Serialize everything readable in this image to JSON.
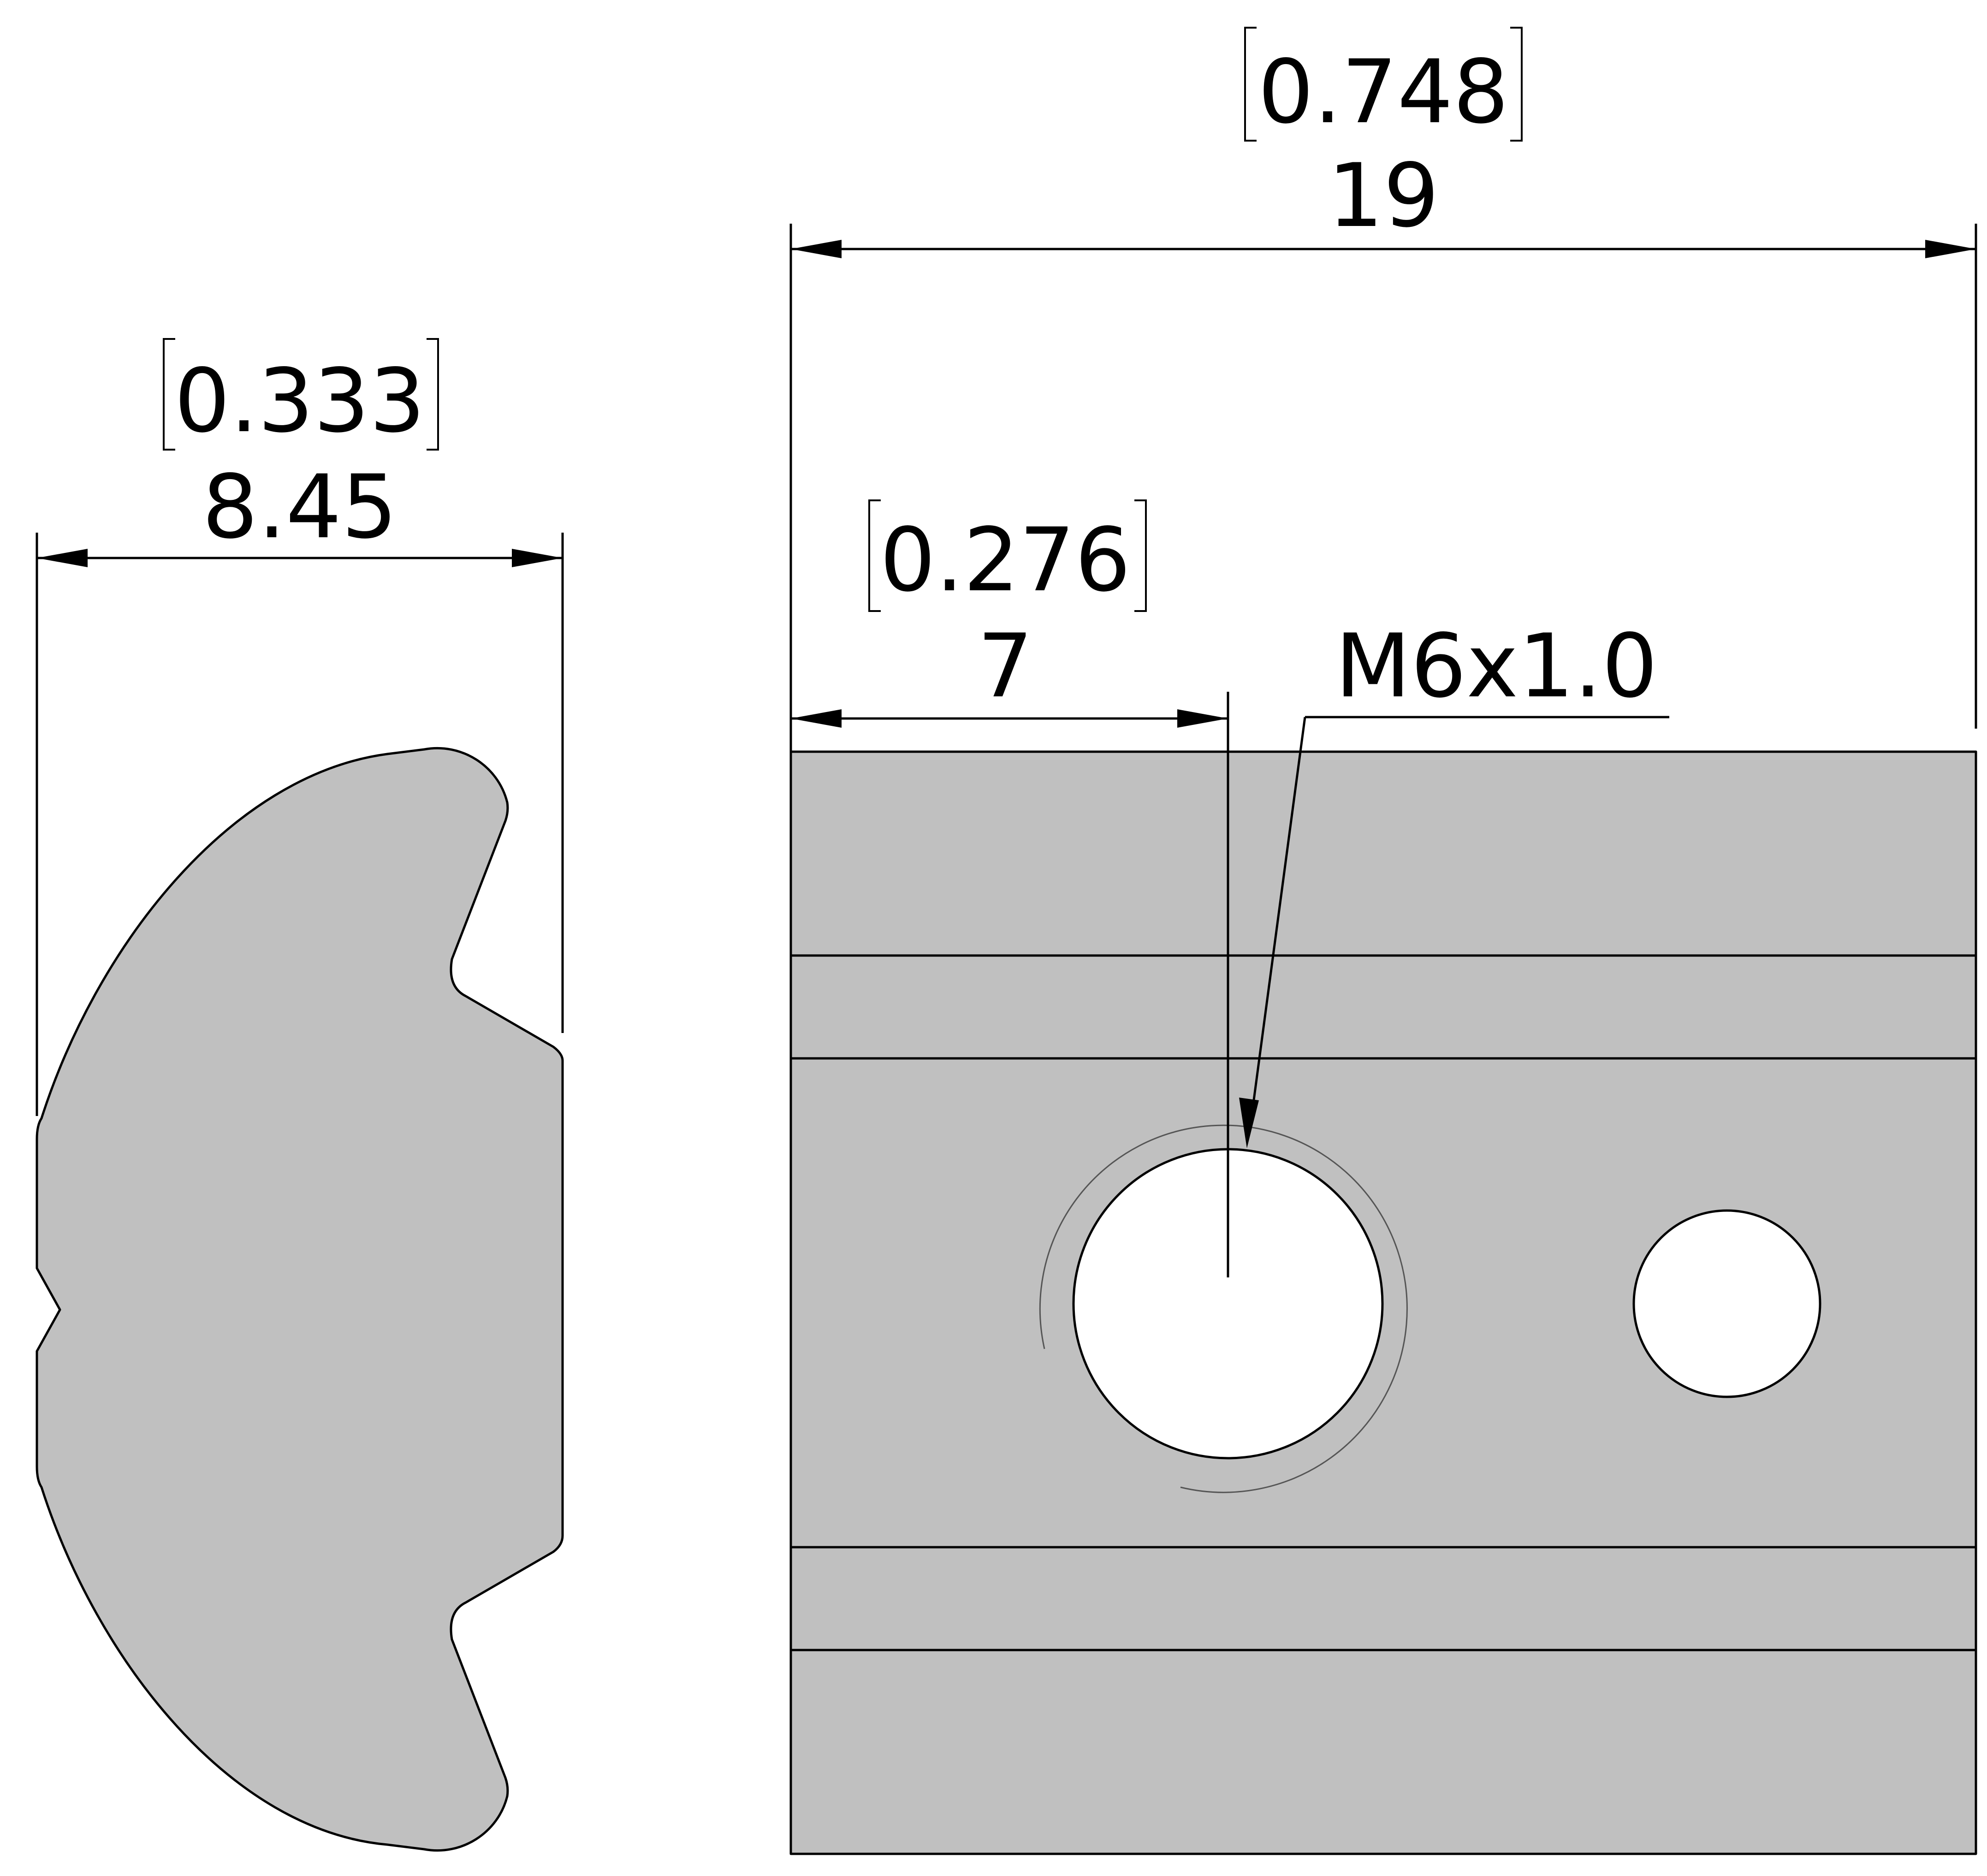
{
  "dimensions": {
    "width_in": "0.333",
    "width_mm": "8.45",
    "length_in": "0.748",
    "length_mm": "19",
    "offset_in": "0.276",
    "offset_mm": "7",
    "thread": "M6x1.0"
  },
  "colors": {
    "part_fill": "#c0c0c0",
    "line": "#000000",
    "hole": "#ffffff"
  }
}
